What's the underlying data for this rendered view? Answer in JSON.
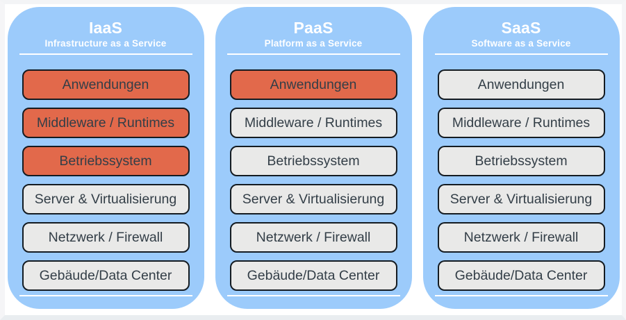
{
  "colors": {
    "column_bg": "#9CCBFB",
    "managed_bg": "#E2694B",
    "provider_bg": "#E9E9E8",
    "box_border": "#141B21",
    "box_text": "#333E47",
    "title_text": "#FFFFFF",
    "separator": "#FFFFFF"
  },
  "columns": [
    {
      "id": "iaas",
      "title": "IaaS",
      "subtitle": "Infrastructure as a Service",
      "layers": [
        {
          "label": "Anwendungen",
          "user_managed": true
        },
        {
          "label": "Middleware / Runtimes",
          "user_managed": true
        },
        {
          "label": "Betriebssystem",
          "user_managed": true
        },
        {
          "label": "Server & Virtualisierung",
          "user_managed": false
        },
        {
          "label": "Netzwerk / Firewall",
          "user_managed": false
        },
        {
          "label": "Gebäude/Data Center",
          "user_managed": false
        }
      ]
    },
    {
      "id": "paas",
      "title": "PaaS",
      "subtitle": "Platform as a Service",
      "layers": [
        {
          "label": "Anwendungen",
          "user_managed": true
        },
        {
          "label": "Middleware / Runtimes",
          "user_managed": false
        },
        {
          "label": "Betriebssystem",
          "user_managed": false
        },
        {
          "label": "Server & Virtualisierung",
          "user_managed": false
        },
        {
          "label": "Netzwerk / Firewall",
          "user_managed": false
        },
        {
          "label": "Gebäude/Data Center",
          "user_managed": false
        }
      ]
    },
    {
      "id": "saas",
      "title": "SaaS",
      "subtitle": "Software as a Service",
      "layers": [
        {
          "label": "Anwendungen",
          "user_managed": false
        },
        {
          "label": "Middleware / Runtimes",
          "user_managed": false
        },
        {
          "label": "Betriebssystem",
          "user_managed": false
        },
        {
          "label": "Server & Virtualisierung",
          "user_managed": false
        },
        {
          "label": "Netzwerk / Firewall",
          "user_managed": false
        },
        {
          "label": "Gebäude/Data Center",
          "user_managed": false
        }
      ]
    }
  ]
}
